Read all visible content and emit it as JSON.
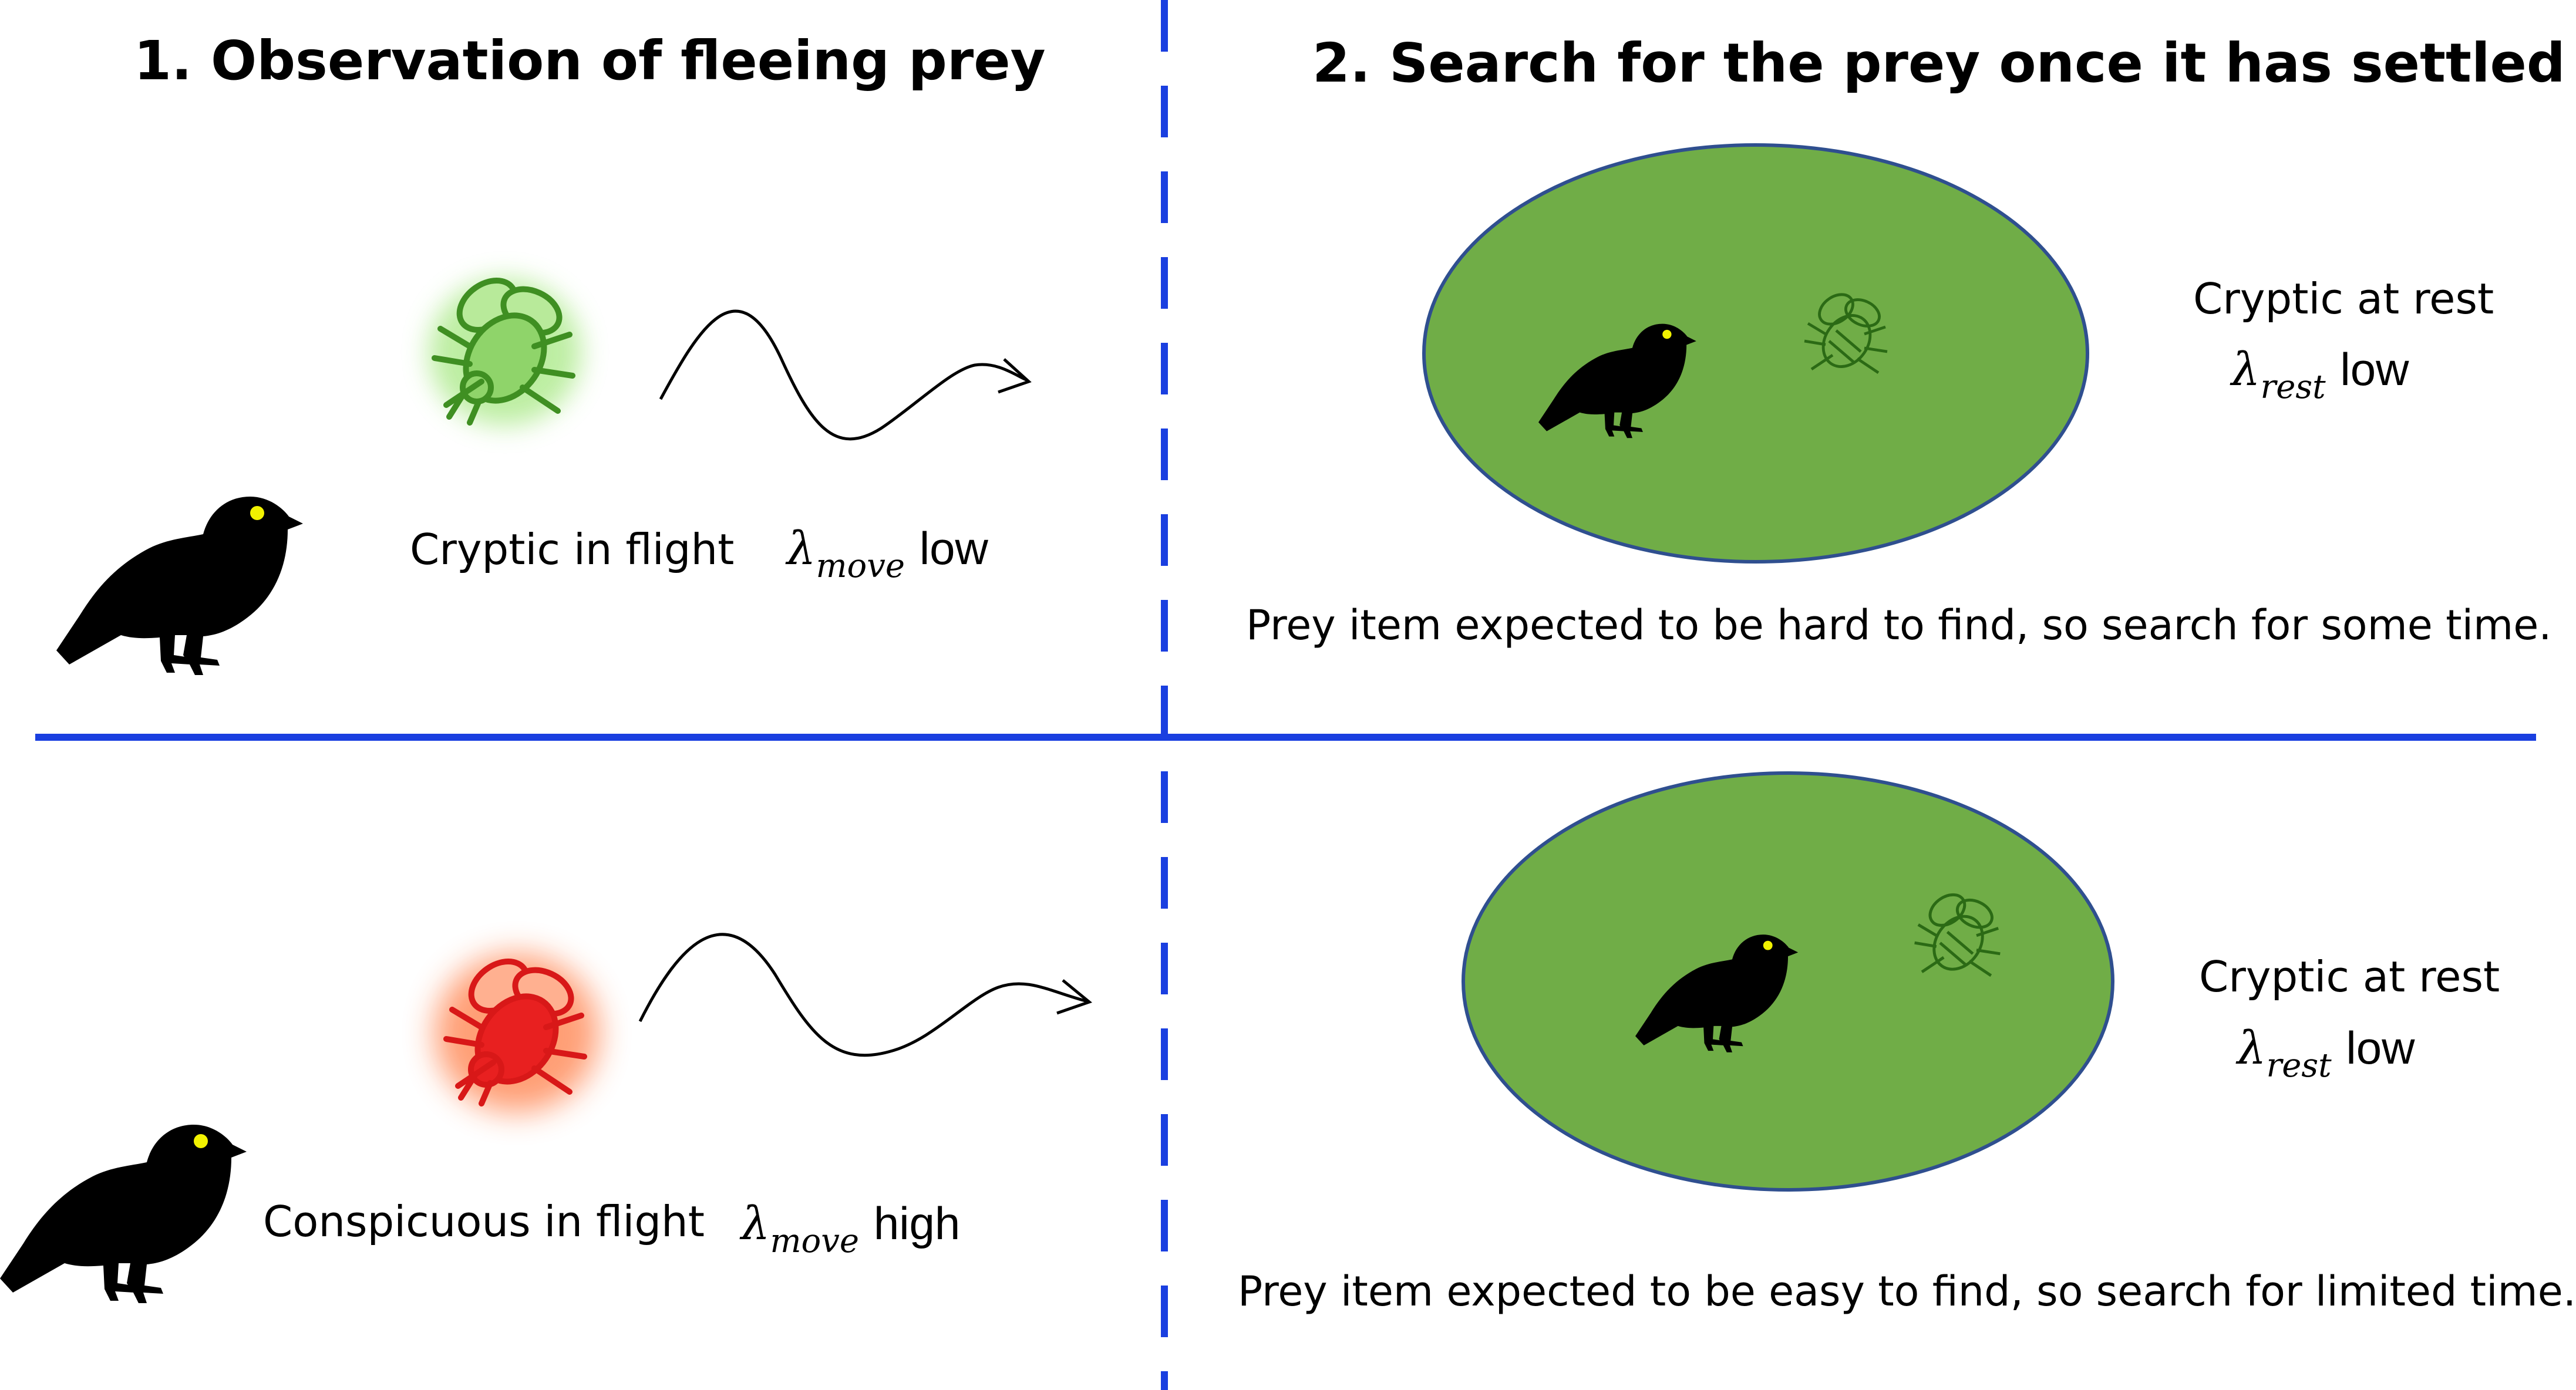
{
  "header": {
    "step1_title": "1. Observation of fleeing prey",
    "step2_title": "2. Search for the prey once it has settled"
  },
  "top_row": {
    "flight_label": "Cryptic in flight",
    "move_symbol": "λ",
    "move_subscript": "move",
    "move_level": "low",
    "rest_label": "Cryptic at rest",
    "rest_symbol": "λ",
    "rest_subscript": "rest",
    "rest_level": "low",
    "conclusion": "Prey item expected to be hard to find, so search for some time."
  },
  "bottom_row": {
    "flight_label": "Conspicuous in flight",
    "move_symbol": "λ",
    "move_subscript": "move",
    "move_level": "high",
    "rest_label": "Cryptic at rest",
    "rest_symbol": "λ",
    "rest_subscript": "rest",
    "rest_level": "low",
    "conclusion": "Prey item expected to be easy to find, so search for limited time."
  },
  "icons": {
    "predator": "bird-silhouette-icon",
    "prey_cryptic": "green-insect-icon",
    "prey_conspicuous": "red-insect-icon",
    "flight_path": "wavy-arrow-icon"
  },
  "colors": {
    "divider": "#1a3fe0",
    "grass_fill": "#70ad47",
    "grass_stroke": "#2f4f8f",
    "bird": "#000000",
    "bird_eye": "#f2f200",
    "insect_green": "#4a9a2a",
    "insect_green_glow": "#9ee27a",
    "insect_red": "#e02020",
    "insect_red_glow": "#ff9a70"
  }
}
